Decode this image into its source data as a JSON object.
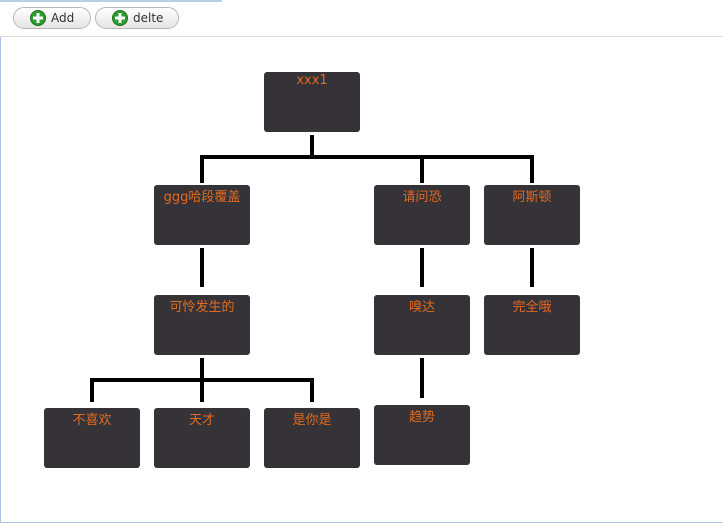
{
  "toolbar": {
    "add_label": "Add",
    "delete_label": "delte",
    "icon_color": "#2e9b2e"
  },
  "tree": {
    "node_color": "#353338",
    "text_color": "#e36a1e",
    "root": "xxx1",
    "n1": "ggg哈段覆盖",
    "n2": "请问恐",
    "n3": "阿斯顿",
    "n1_1": "可怜发生的",
    "n2_1": "嗅达",
    "n3_1": "完全哦",
    "n1_1_1": "不喜欢",
    "n1_1_2": "天才",
    "n1_1_3": "是你是",
    "n2_1_1": "趋势"
  }
}
